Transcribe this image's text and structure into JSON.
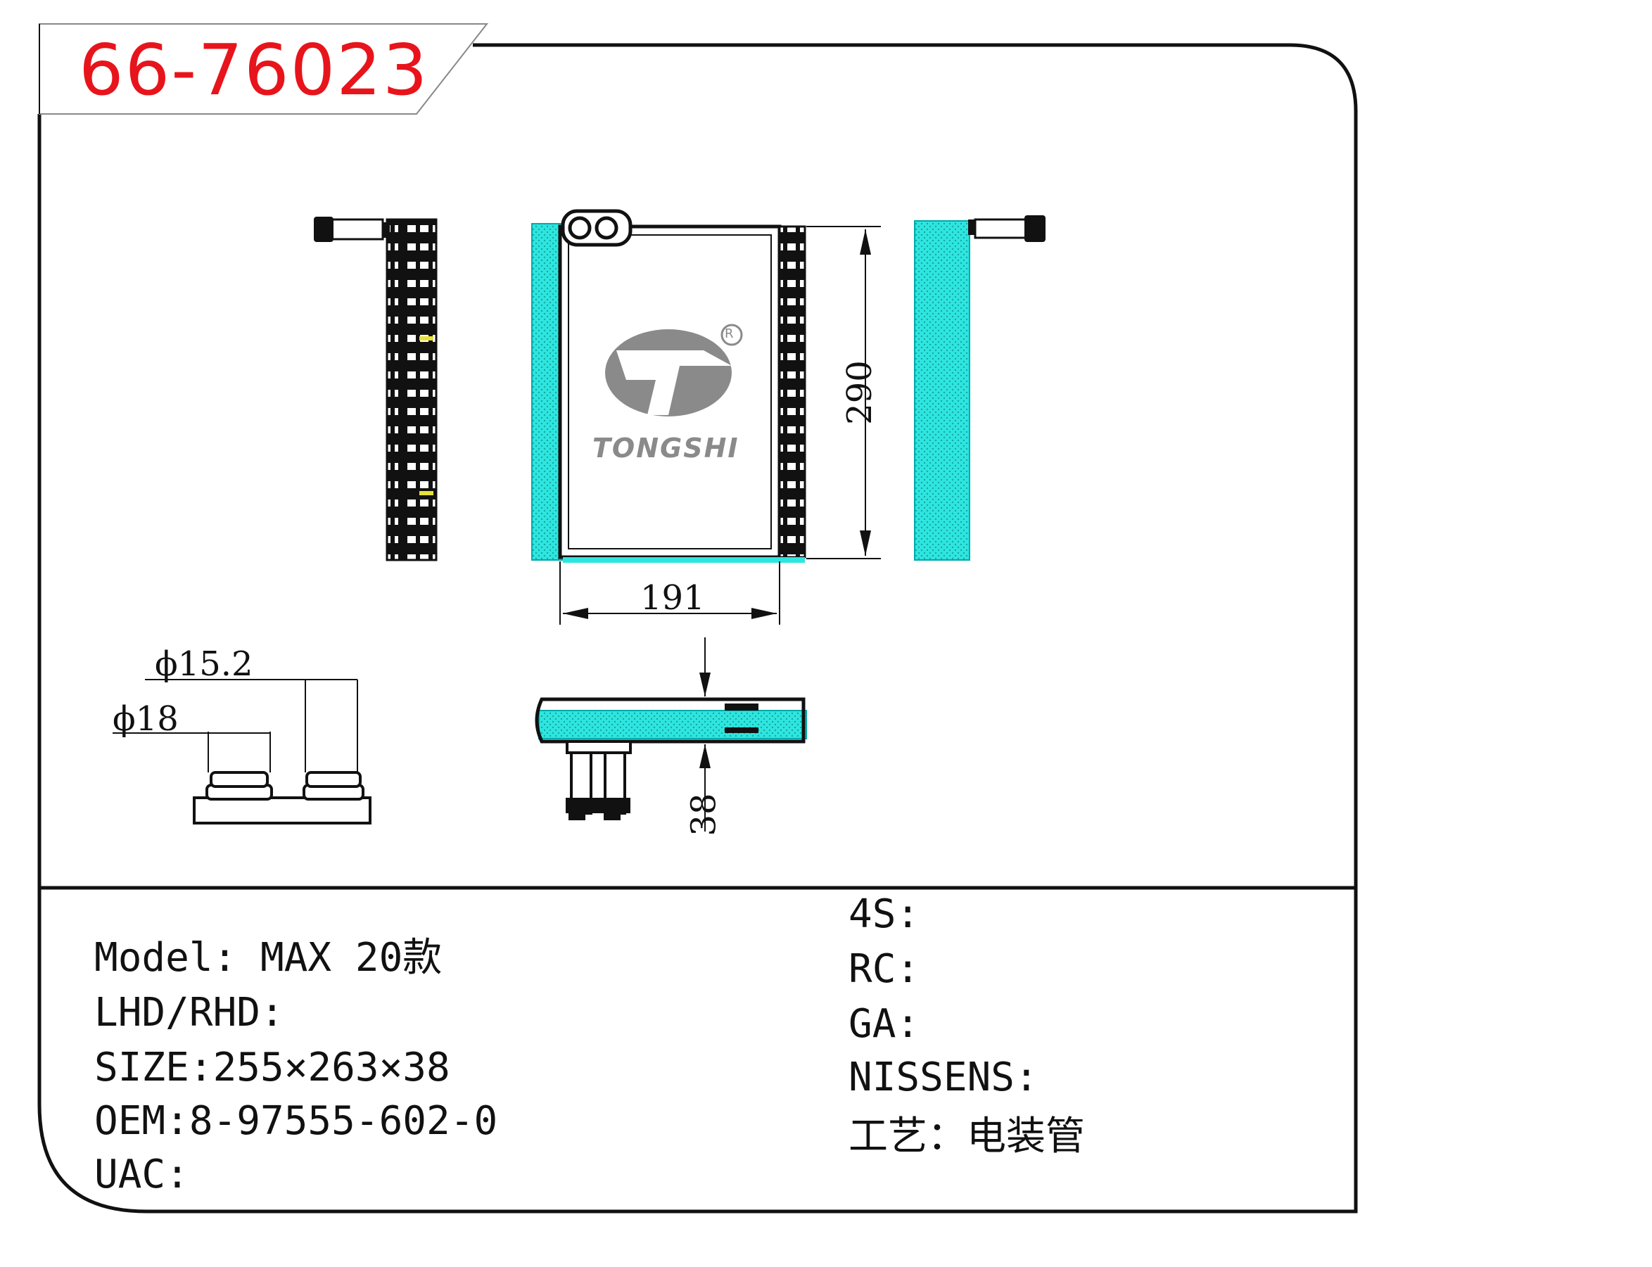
{
  "header": {
    "part_number": "66-76023"
  },
  "brand": {
    "name": "TONGSHI",
    "registered_mark": "R"
  },
  "dimensions": {
    "width": "191",
    "height": "290",
    "depth": "38",
    "pipe_dia_1": "ϕ15.2",
    "pipe_dia_2": "ϕ18"
  },
  "info_left": {
    "model": "Model: MAX 20款",
    "lhd_rhd": "LHD/RHD:",
    "size": "SIZE:255×263×38",
    "oem": "OEM:8-97555-602-0",
    "uac": "UAC:"
  },
  "info_right": {
    "s4": "4S:",
    "rc": "RC:",
    "ga": "GA:",
    "nissens": "NISSENS:",
    "process": "工艺：电装管"
  },
  "colors": {
    "accent": "#e8141b",
    "core": "#2ee6e0",
    "line": "#111111",
    "logo": "#8a8a8a"
  }
}
